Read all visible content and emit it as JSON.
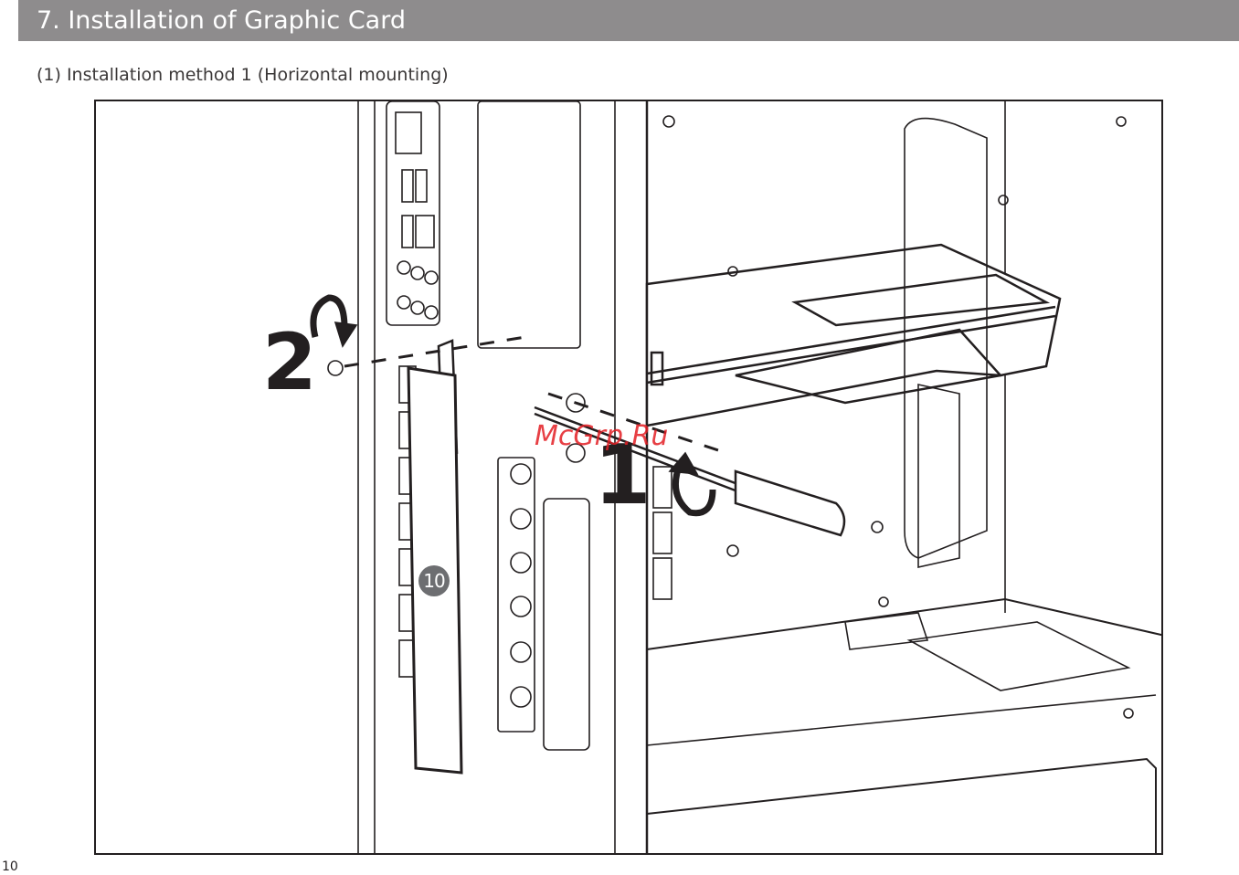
{
  "header": {
    "title": "7. Installation of Graphic Card"
  },
  "section": {
    "subtitle": "(1) Installation method 1 (Horizontal mounting)"
  },
  "figure": {
    "step_labels": {
      "step_1": "1",
      "step_2": "2"
    },
    "callout_number": "10"
  },
  "watermark": {
    "text": "McGrp.Ru"
  },
  "footer": {
    "page_number": "10"
  },
  "colors": {
    "header_bar": "#8e8c8d",
    "line_art": "#231f20",
    "callout": "#6d6e71",
    "watermark": "#e31e24"
  }
}
